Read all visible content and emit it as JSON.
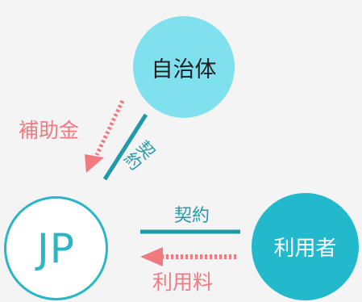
{
  "nodes": {
    "municipality": "自治体",
    "jp": "JP",
    "user": "利用者"
  },
  "edges": {
    "subsidy": "補助金",
    "contract_top": "契約",
    "contract_mid": "契約",
    "fee": "利用料"
  },
  "colors": {
    "municipality_fill": "#7fe0ee",
    "user_fill": "#22b9cd",
    "jp_border": "#2ab6c7",
    "flow_arrow": "#f07a80",
    "contract_line": "#1f9aaa",
    "background": "#f4f4f4"
  }
}
